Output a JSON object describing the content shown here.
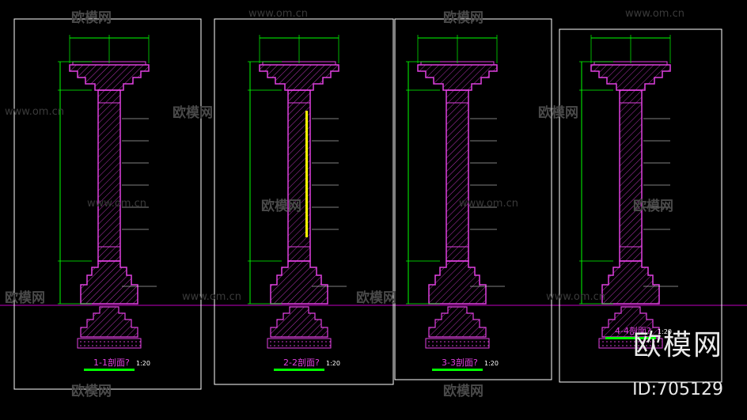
{
  "colors": {
    "background": "#000000",
    "sheet_border": "#ffffff",
    "column": "#e040e0",
    "dimension": "#00ff00",
    "ground": "#c000c0",
    "highlight": "#ffff00",
    "title_bar": "#00ff00"
  },
  "watermark": {
    "url": "www.om.cn",
    "logo_text": "欧模网"
  },
  "brand": {
    "name": "欧模网",
    "id": "ID:705129"
  },
  "sections": [
    {
      "title": "1-1剖面?",
      "scale": "1:20"
    },
    {
      "title": "2-2剖面?",
      "scale": "1:20"
    },
    {
      "title": "3-3剖面?",
      "scale": "1:20"
    },
    {
      "title": "4-4剖面?",
      "scale": "1:20"
    }
  ]
}
